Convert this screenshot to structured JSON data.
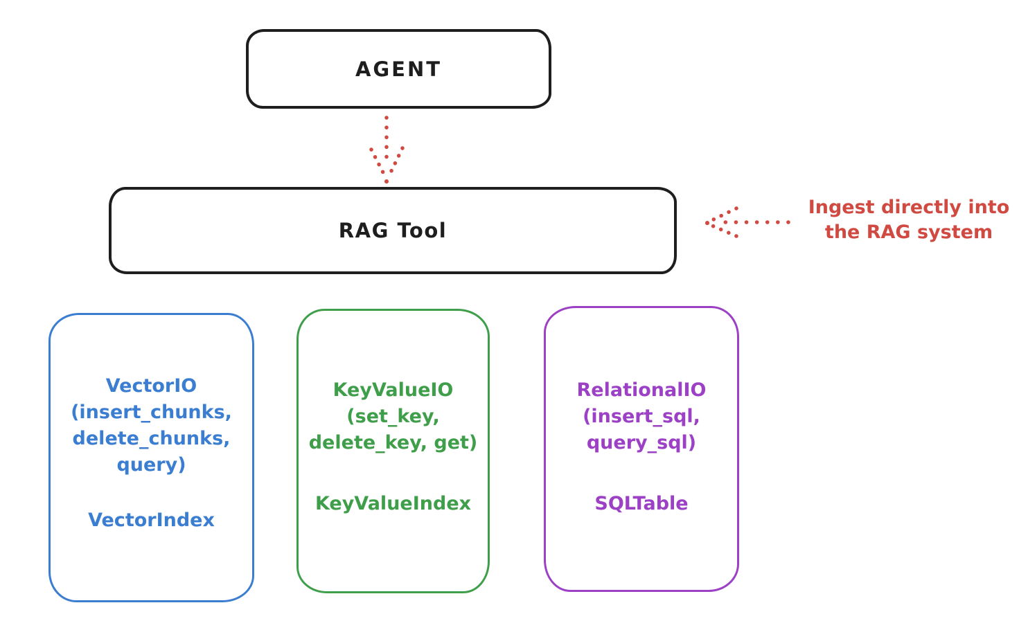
{
  "colors": {
    "stroke_dark": "#1e1e1e",
    "red": "#d04a42",
    "blue": "#3b7dd1",
    "green": "#3f9e4a",
    "purple": "#9c40c6",
    "background": "#ffffff"
  },
  "agent_box": {
    "label": "AGENT"
  },
  "rag_tool_box": {
    "label": "RAG Tool"
  },
  "annotation": {
    "line1": "Ingest directly into",
    "line2": "the RAG system"
  },
  "io_boxes": [
    {
      "id": "vector-io",
      "color": "#3b7dd1",
      "lines": [
        "VectorIO",
        "(insert_chunks,",
        "delete_chunks,",
        "query)"
      ],
      "index_label": "VectorIndex"
    },
    {
      "id": "keyvalue-io",
      "color": "#3f9e4a",
      "lines": [
        "KeyValueIO",
        "(set_key,",
        "delete_key, get)"
      ],
      "index_label": "KeyValueIndex"
    },
    {
      "id": "relational-io",
      "color": "#9c40c6",
      "lines": [
        "RelationalIO",
        "(insert_sql,",
        "query_sql)"
      ],
      "index_label": "SQLTable"
    }
  ]
}
